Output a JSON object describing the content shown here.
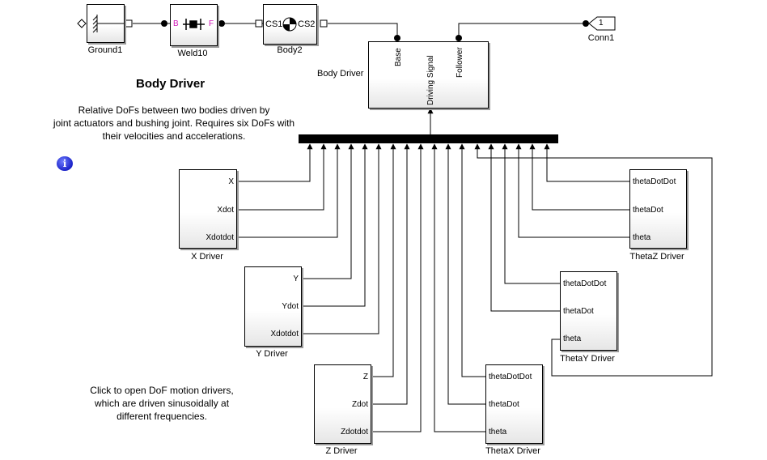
{
  "title": "Body Driver",
  "description": [
    "Relative DoFs between two bodies driven by",
    "joint actuators and bushing joint. Requires six DoFs with",
    "their velocities and accelerations."
  ],
  "hint": [
    "Click to open DoF motion drivers,",
    "which are driven sinusoidally at",
    "different frequencies."
  ],
  "info_symbol": "i",
  "blocks": {
    "ground": {
      "label": "Ground1"
    },
    "weld": {
      "label": "Weld10",
      "port_b": "B",
      "port_f": "F"
    },
    "body2": {
      "label": "Body2",
      "cs1": "CS1",
      "cs2": "CS2"
    },
    "body_driver": {
      "label": "Body Driver",
      "ports": [
        "Base",
        "Driving Signal",
        "Follower"
      ]
    },
    "conn": {
      "label": "Conn1",
      "number": "1"
    },
    "x_driver": {
      "label": "X Driver",
      "ports": [
        "X",
        "Xdot",
        "Xdotdot"
      ]
    },
    "y_driver": {
      "label": "Y Driver",
      "ports": [
        "Y",
        "Ydot",
        "Xdotdot"
      ]
    },
    "z_driver": {
      "label": "Z Driver",
      "ports": [
        "Z",
        "Zdot",
        "Zdotdot"
      ]
    },
    "thetax_driver": {
      "label": "ThetaX Driver",
      "ports": [
        "thetaDotDot",
        "thetaDot",
        "theta"
      ]
    },
    "thetay_driver": {
      "label": "ThetaY Driver",
      "ports": [
        "thetaDotDot",
        "thetaDot",
        "theta"
      ]
    },
    "thetaz_driver": {
      "label": "ThetaZ Driver",
      "ports": [
        "thetaDotDot",
        "thetaDot",
        "theta"
      ]
    }
  }
}
